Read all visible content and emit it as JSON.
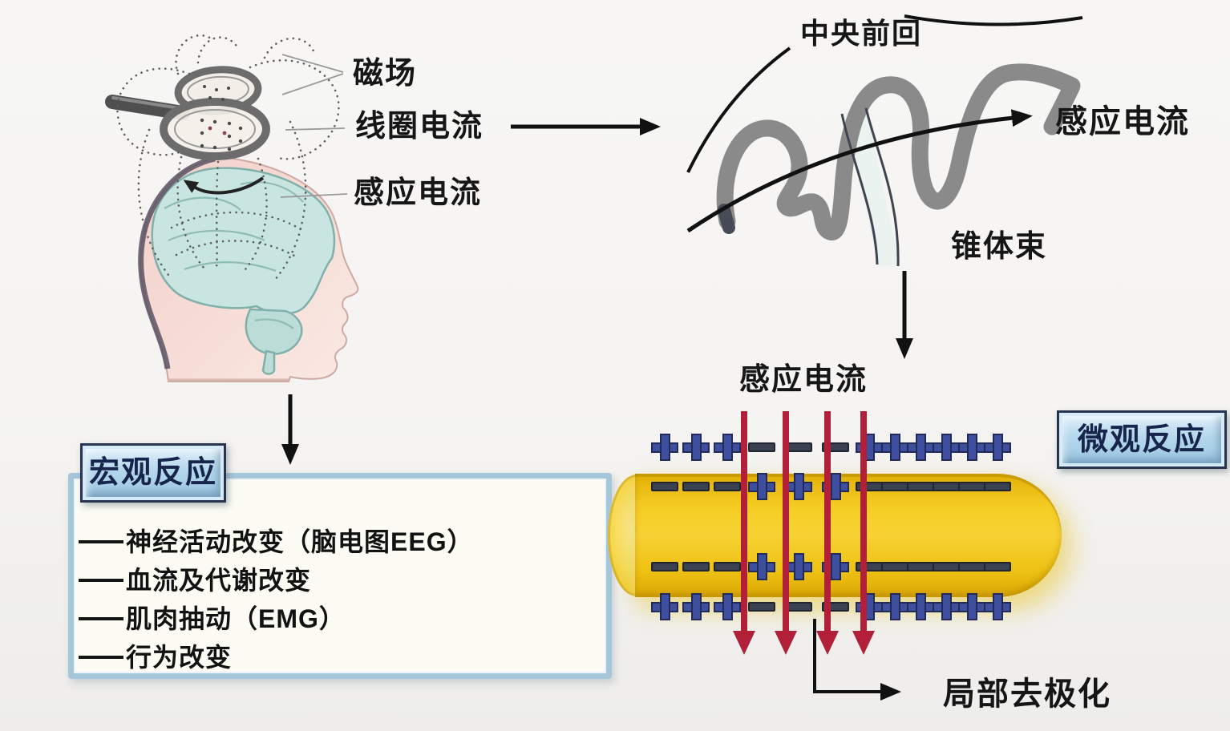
{
  "head_section": {
    "label_magnetic_field": "磁场",
    "label_coil_current": "线圈电流",
    "label_induced_current": "感应电流"
  },
  "cortex_section": {
    "label_precentral_gyrus": "中央前回",
    "label_induced_current": "感应电流",
    "label_pyramidal_tract": "锥体束"
  },
  "macro_section": {
    "badge": "宏观反应",
    "items": [
      "神经活动改变（脑电图EEG）",
      "血流及代谢改变",
      "肌肉抽动（EMG）",
      "行为改变"
    ]
  },
  "micro_section": {
    "badge": "微观反应",
    "label_induced_current": "感应电流",
    "label_local_depolarization": "局部去极化",
    "charge_rows": [
      {
        "position": "outside-top",
        "pattern": "+++---++++++"
      },
      {
        "position": "inside-top",
        "pattern": "---+++------"
      },
      {
        "position": "inside-bottom",
        "pattern": "---+++------"
      },
      {
        "position": "outside-bottom",
        "pattern": "+++---++++++"
      }
    ]
  },
  "colors": {
    "axon_yellow": "#f2c41d",
    "plus_blue": "#3f4f9f",
    "minus_slate": "#3a4150",
    "arrow_red": "#b11f38",
    "gyri_gray": "#8a8a8a",
    "badge_fill": "#b5d7ec",
    "box_border": "#a6c6da",
    "brain_teal": "#c9e5e1"
  }
}
